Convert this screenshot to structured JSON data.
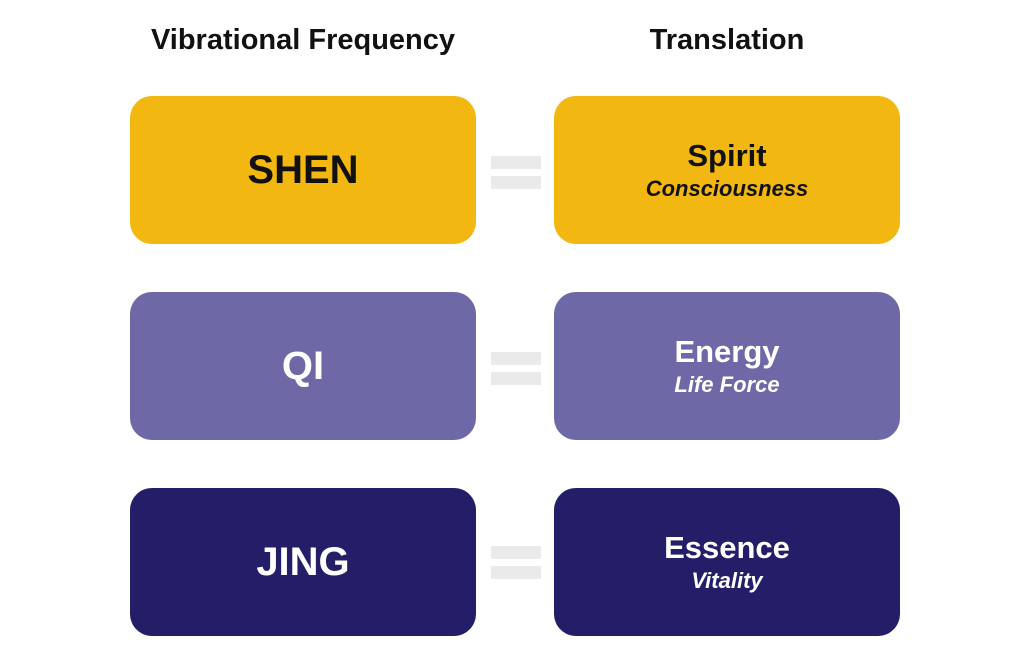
{
  "headers": {
    "left": "Vibrational Frequency",
    "right": "Translation"
  },
  "rows": [
    {
      "term": "SHEN",
      "translation": "Spirit",
      "subtitle": "Consciousness",
      "box_color": "#F2B711",
      "text_color": "#111111"
    },
    {
      "term": "QI",
      "translation": "Energy",
      "subtitle": "Life Force",
      "box_color": "#6E68A6",
      "text_color": "#FFFFFF"
    },
    {
      "term": "JING",
      "translation": "Essence",
      "subtitle": "Vitality",
      "box_color": "#241E68",
      "text_color": "#FFFFFF"
    }
  ],
  "colors": {
    "equals_sign": "#EAEAEA",
    "background": "#FFFFFF"
  }
}
